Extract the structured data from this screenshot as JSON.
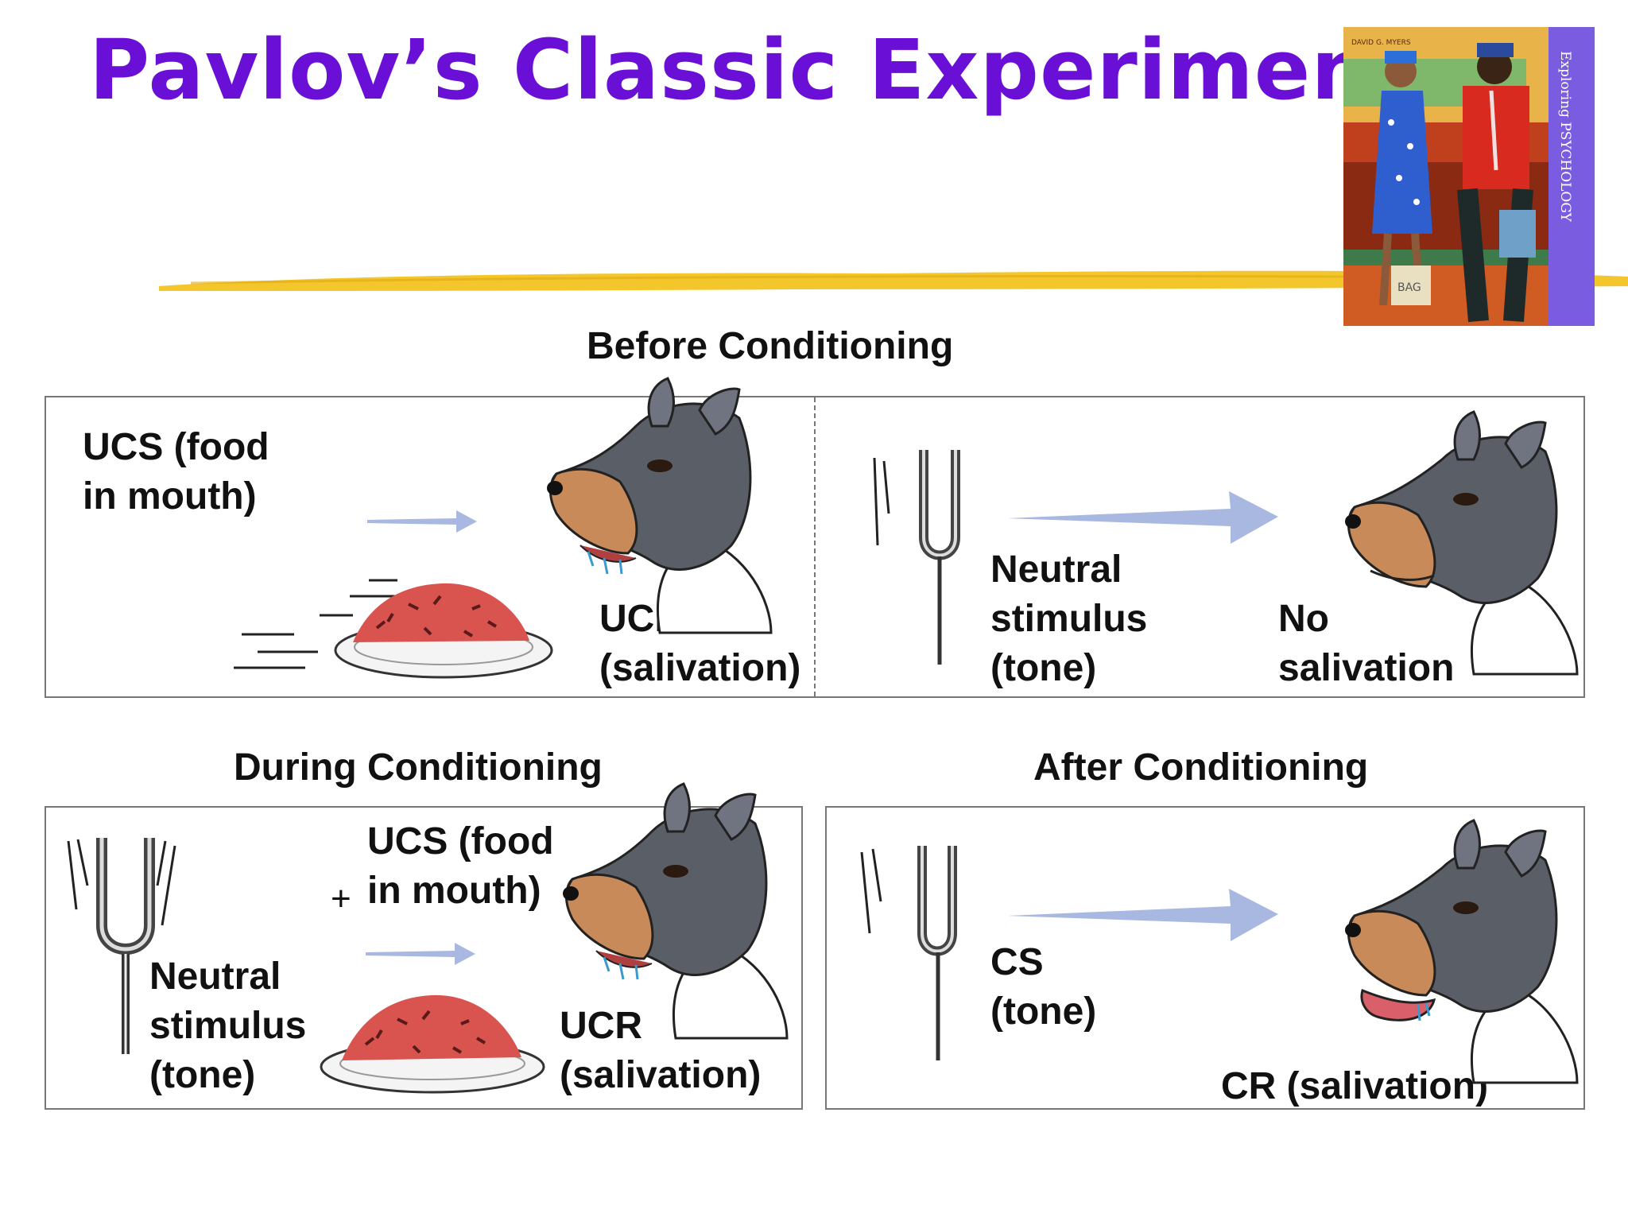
{
  "title": "Pavlov’s Classic Experiment",
  "book": {
    "author": "DAVID G. MYERS",
    "title": "Exploring PSYCHOLOGY",
    "bag": "BAG"
  },
  "before": {
    "heading": "Before Conditioning",
    "ucs_label": "UCS (food\nin mouth)",
    "ucr_label": "UCR\n(salivation)",
    "neutral_label": "Neutral\nstimulus\n(tone)",
    "no_salivation_label": "No\nsalivation"
  },
  "during": {
    "heading": "During Conditioning",
    "ucs_label": "UCS (food\nin mouth)",
    "plus": "+",
    "neutral_label": "Neutral\nstimulus\n(tone)",
    "ucr_label": "UCR\n(salivation)"
  },
  "after": {
    "heading": "After Conditioning",
    "cs_label": "CS\n(tone)",
    "cr_label": "CR (salivation)"
  },
  "colors": {
    "title": "#6a0fd6",
    "arrow": "#a8b8e0",
    "brush": "#f2c21a",
    "food": "#d9534f"
  }
}
